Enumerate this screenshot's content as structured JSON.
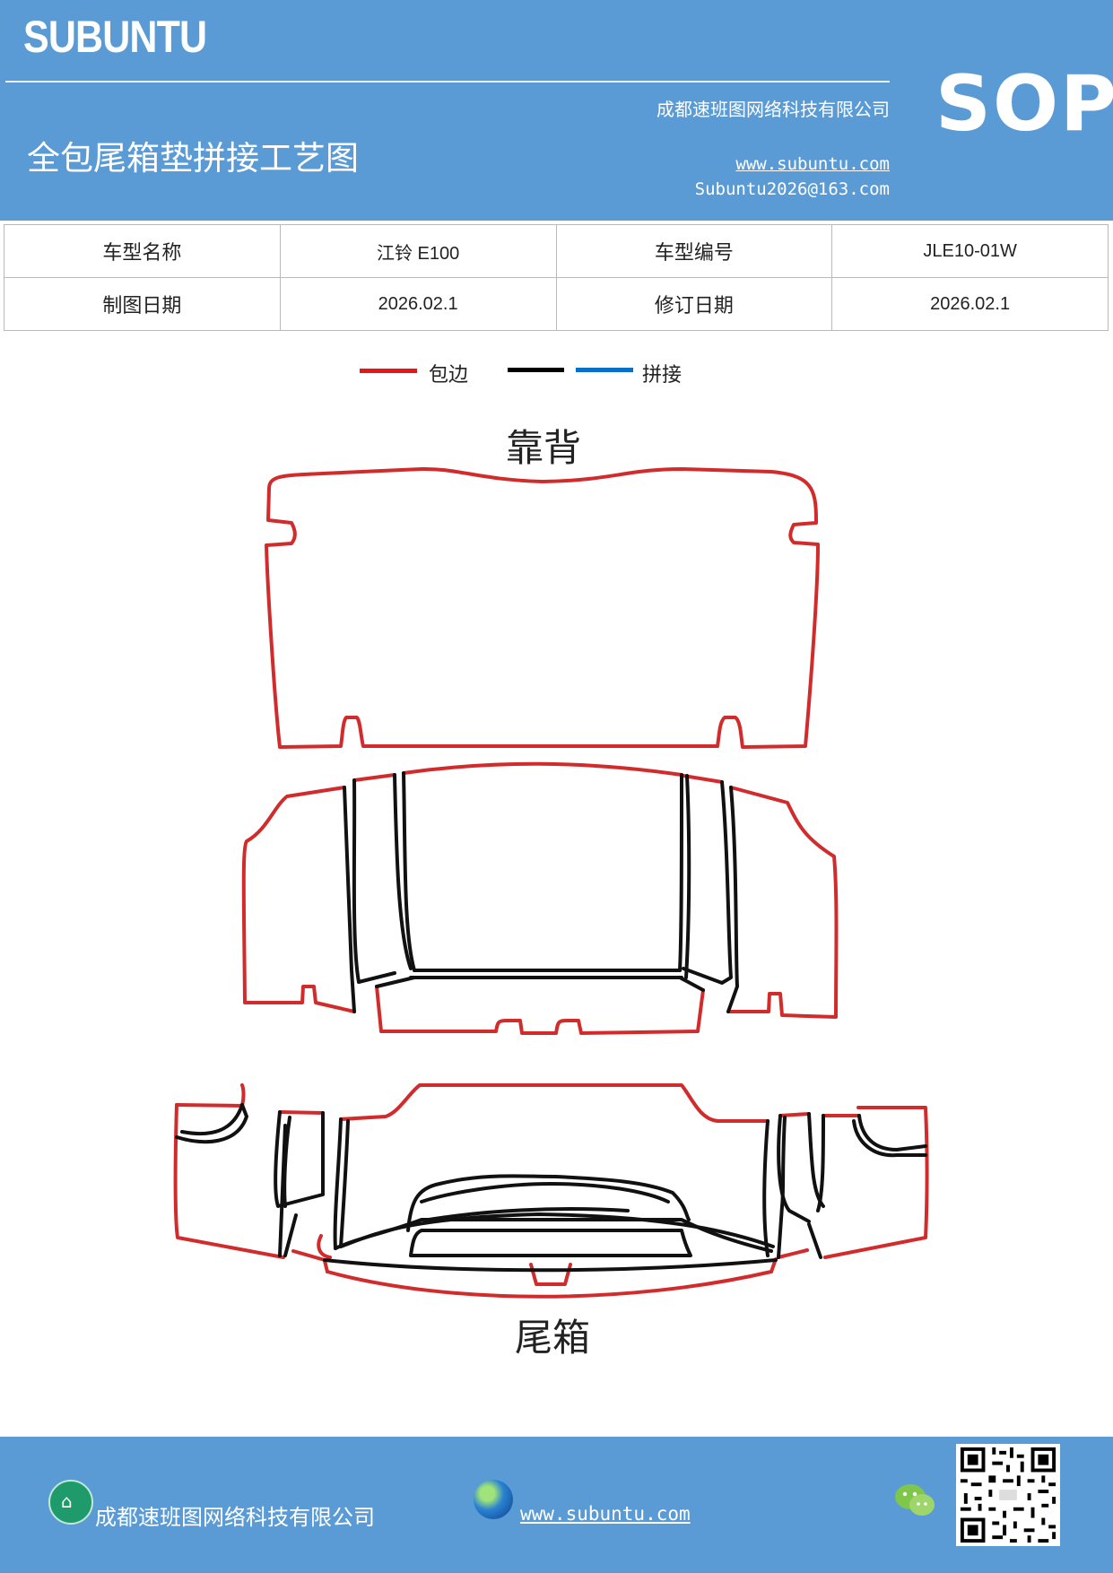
{
  "header": {
    "logo_text": "SUBUNTU",
    "company": "成都速班图网络科技有限公司",
    "title": "全包尾箱垫拼接工艺图",
    "website": "www.subuntu.com",
    "email": "Subuntu2026@163.com",
    "badge": "SOP",
    "bg_color": "#5b9bd5"
  },
  "info_table": {
    "rows": [
      [
        "车型名称",
        "江铃 E100",
        "车型编号",
        "JLE10-01W"
      ],
      [
        "制图日期",
        "2026.02.1",
        "修订日期",
        "2026.02.1"
      ]
    ]
  },
  "legend": {
    "items": [
      {
        "label": "包边",
        "color": "#e8161b"
      },
      {
        "label": "",
        "color": "#000000"
      },
      {
        "label": "拼接",
        "color": "#0c6fc6"
      }
    ]
  },
  "drawing": {
    "top_label": "靠背",
    "bottom_label": "尾箱",
    "edge_color": "#d12b2b",
    "seam_color": "#111111"
  },
  "footer": {
    "company": "成都速班图网络科技有限公司",
    "website": "www.subuntu.com",
    "icons": [
      "building-icon",
      "globe-icon",
      "wechat-icon",
      "qr-code"
    ]
  }
}
